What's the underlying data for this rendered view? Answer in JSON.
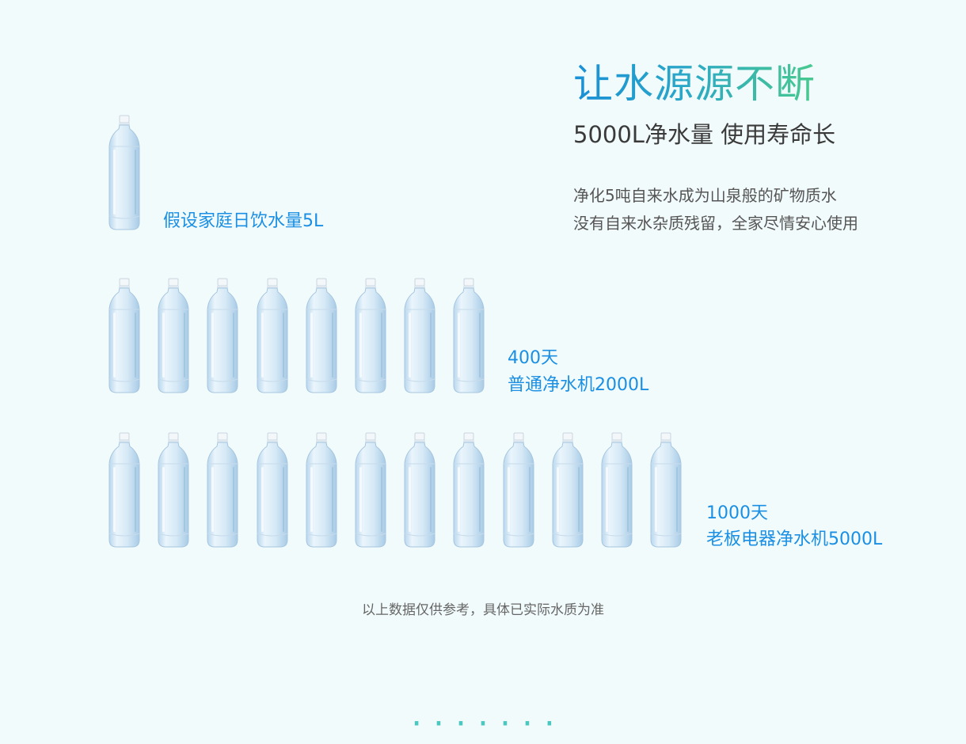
{
  "headline": {
    "title": "让水源源不断",
    "subtitle": "5000L净水量 使用寿命长",
    "desc": [
      "净化5吨自来水成为山泉般的矿物质水",
      "没有自来水杂质残留，全家尽情安心使用"
    ]
  },
  "rows": [
    {
      "bottles": 1,
      "lines": [
        "假设家庭日饮水量5L"
      ]
    },
    {
      "bottles": 8,
      "lines": [
        "400天",
        "普通净水机2000L"
      ]
    },
    {
      "bottles": 12,
      "lines": [
        "1000天",
        "老板电器净水机5000L"
      ]
    }
  ],
  "note": "以上数据仅供参考，具体已实际水质为准",
  "colors": {
    "accent_blue": "#1a8fe3",
    "gradient_start": "#1a8fd6",
    "gradient_end": "#49c98e"
  }
}
